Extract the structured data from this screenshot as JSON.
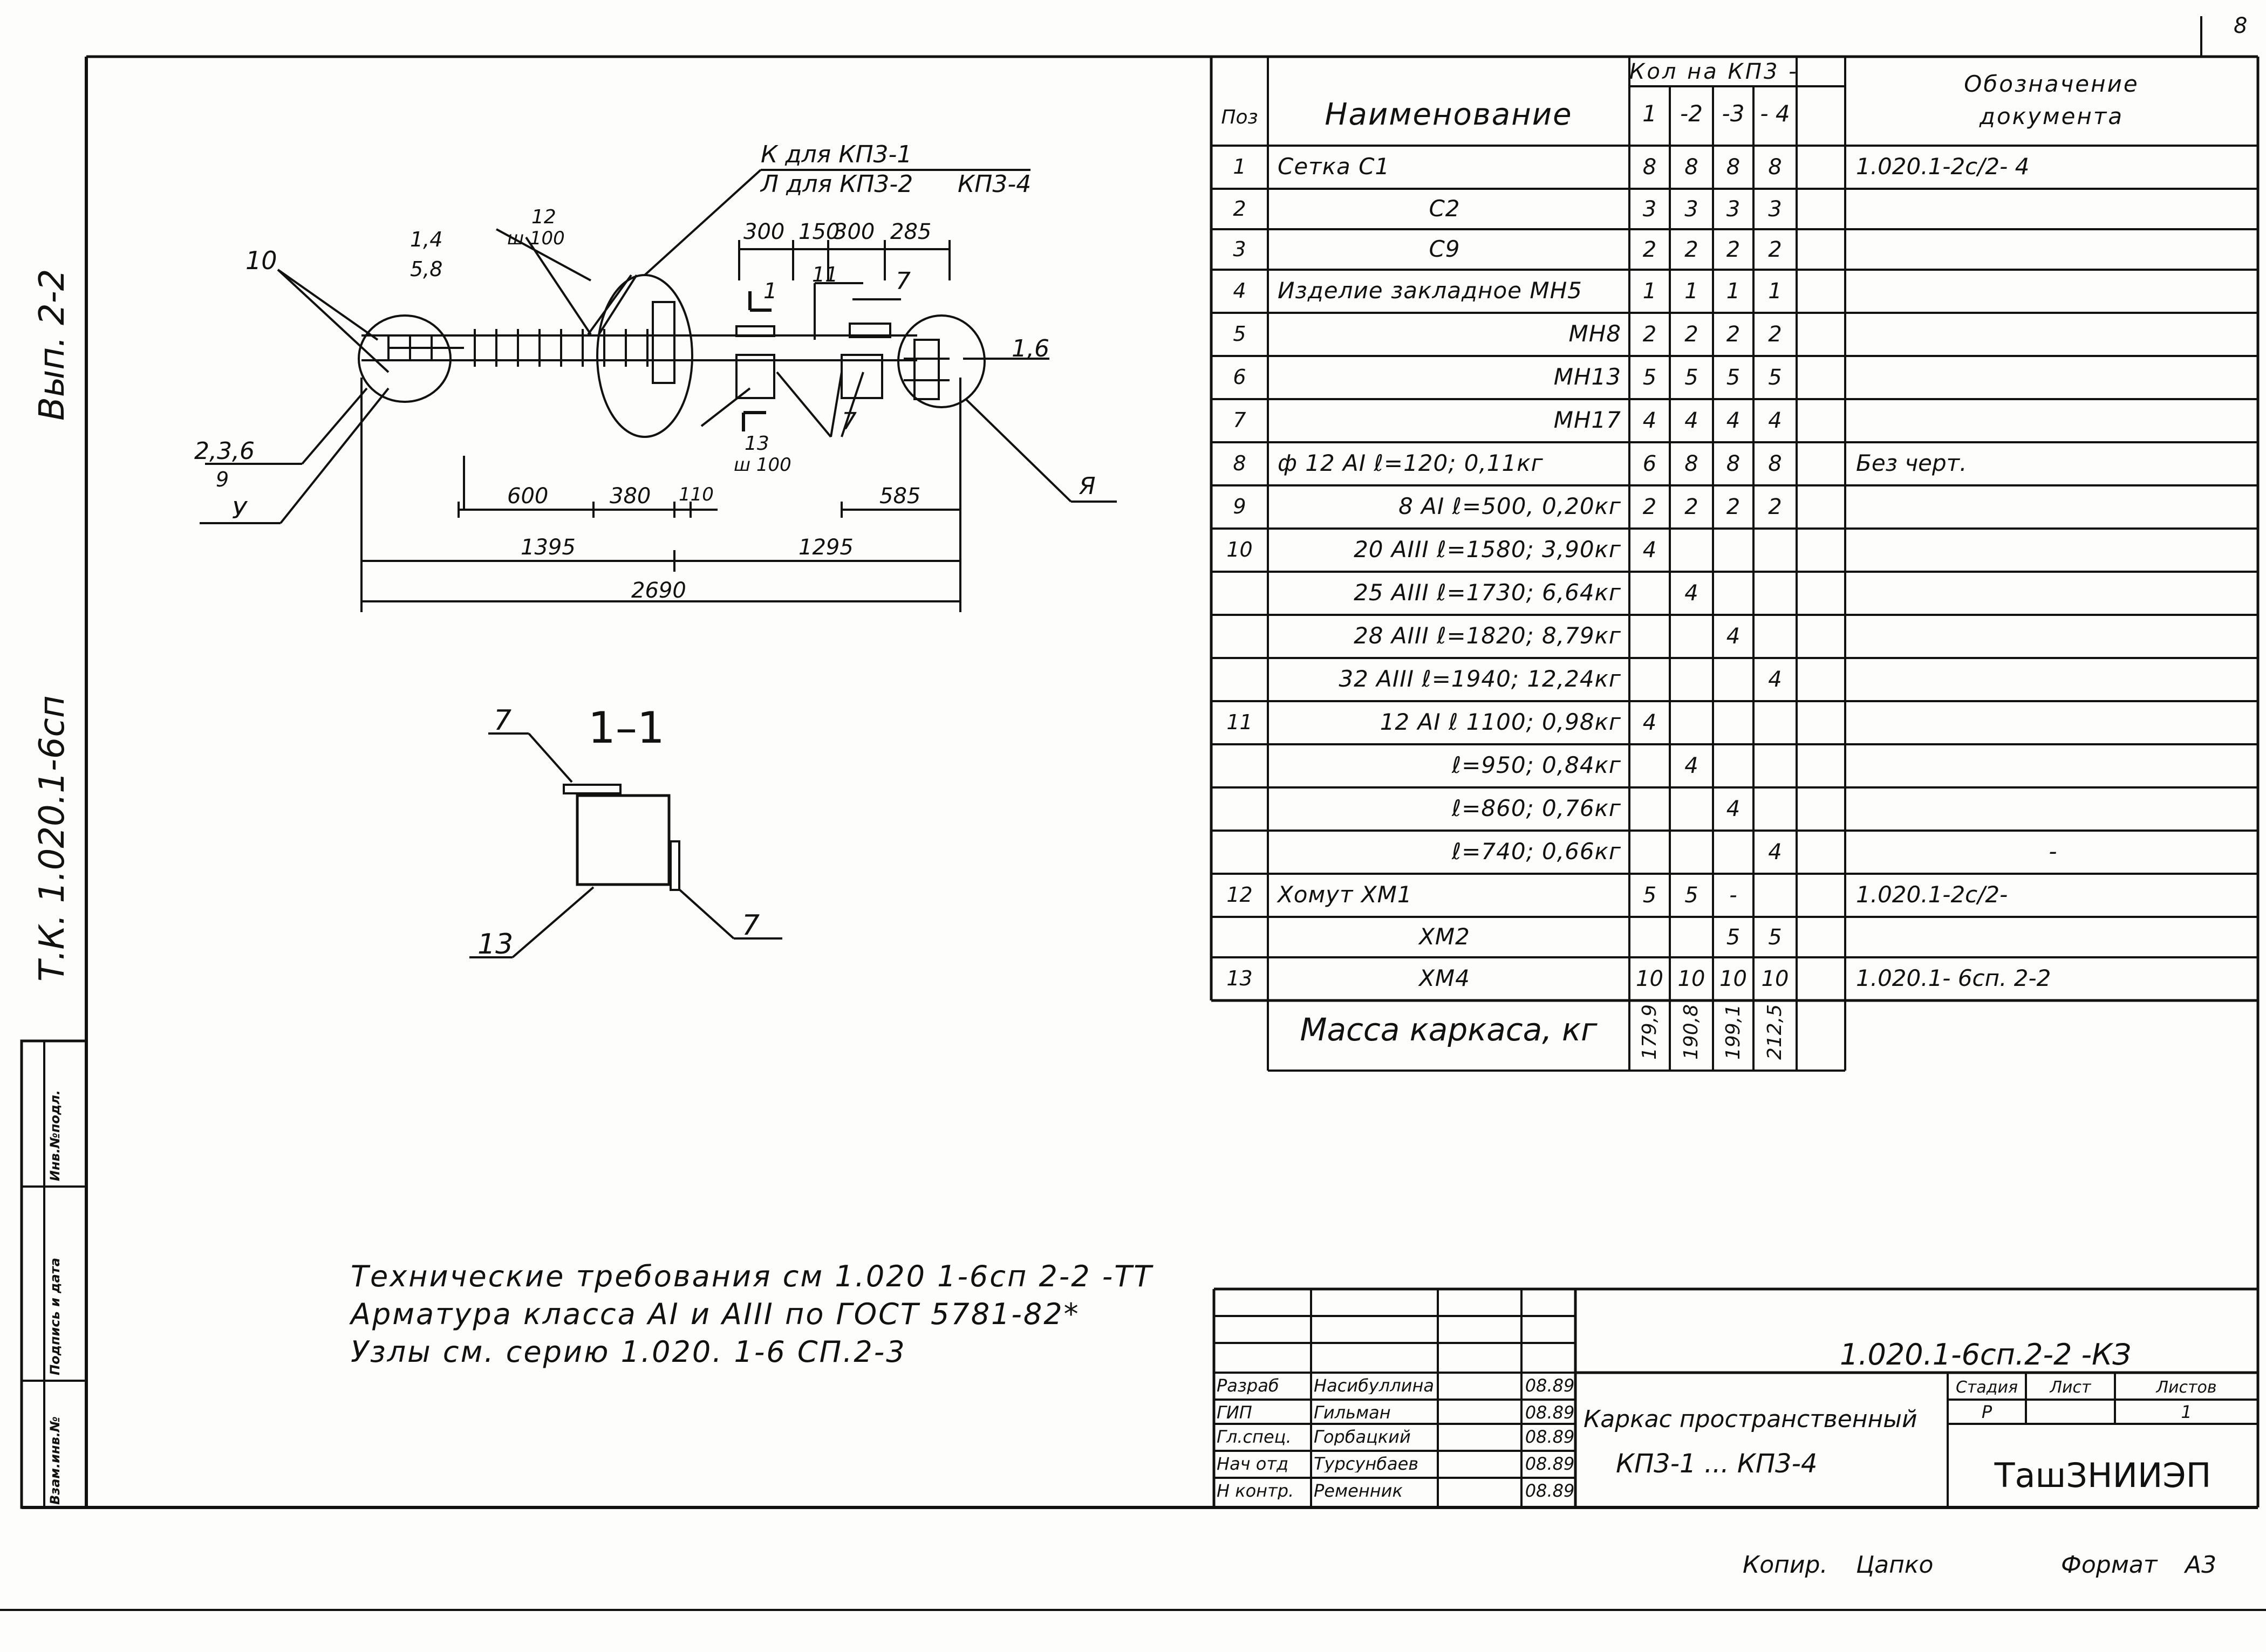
{
  "frame": {
    "top_corner_mark": "8",
    "side_labels": {
      "issue": "Вып. 2-2",
      "series": "Т.К. 1.020.1-6сп"
    },
    "stamp_column": [
      "Инв.№подл.",
      "Подпись и дата",
      "Взам.инв.№"
    ]
  },
  "plan": {
    "leaders": {
      "k_line1": "К для КП3-1",
      "k_line2": "Л для КП3-2",
      "kp3_4": "КП3-4",
      "pos10": "10",
      "pos14": "1,4",
      "pos58": "5,8",
      "bar12": "12",
      "bar12_step": "ш 100",
      "pos11": "11",
      "pos7_top": "7",
      "pos7_mid": "7",
      "pos16": "1,6",
      "pos236": "2,3,6",
      "pos9": "9",
      "node_u": "У",
      "node_ya": "Я",
      "bar13": "13",
      "bar13_step": "ш 100",
      "cut_mark": "1"
    },
    "dims_top": [
      "300",
      "150",
      "300",
      "285"
    ],
    "dims_lower": [
      "600",
      "380",
      "110",
      "585"
    ],
    "dims_mid": [
      "1395",
      "1295"
    ],
    "dim_total": "2690"
  },
  "section": {
    "title": "1–1",
    "label_top": "7",
    "label_right": "7",
    "label_left": "13"
  },
  "notes": [
    "Технические требования см 1.020 1-6сп 2-2 -ТТ",
    "Арматура класса АI и АIII по ГОСТ 5781-82*",
    "Узлы см. серию 1.020. 1-6 СП.2-3"
  ],
  "spec_table": {
    "header": {
      "pos": "Поз",
      "name": "Наименование",
      "qty_group": "Кол на КП3 -",
      "cols": [
        "1",
        "-2",
        "-3",
        "- 4"
      ],
      "designation_line1": "Обозначение",
      "designation_line2": "документа"
    },
    "rows": [
      {
        "pos": "1",
        "name": "Сетка С1",
        "align": "left",
        "q": [
          "8",
          "8",
          "8",
          "8"
        ],
        "doc": "1.020.1-2с/2- 4"
      },
      {
        "pos": "2",
        "name": "С2",
        "align": "center",
        "q": [
          "3",
          "3",
          "3",
          "3"
        ],
        "doc": ""
      },
      {
        "pos": "3",
        "name": "С9",
        "align": "center",
        "q": [
          "2",
          "2",
          "2",
          "2"
        ],
        "doc": ""
      },
      {
        "pos": "4",
        "name": "Изделие закладное МН5",
        "align": "left",
        "q": [
          "1",
          "1",
          "1",
          "1"
        ],
        "doc": ""
      },
      {
        "pos": "5",
        "name": "МН8",
        "align": "right",
        "q": [
          "2",
          "2",
          "2",
          "2"
        ],
        "doc": ""
      },
      {
        "pos": "6",
        "name": "МН13",
        "align": "right",
        "q": [
          "5",
          "5",
          "5",
          "5"
        ],
        "doc": ""
      },
      {
        "pos": "7",
        "name": "МН17",
        "align": "right",
        "q": [
          "4",
          "4",
          "4",
          "4"
        ],
        "doc": ""
      },
      {
        "pos": "8",
        "name": "ф 12 АI  ℓ=120;  0,11кг",
        "align": "left",
        "q": [
          "6",
          "8",
          "8",
          "8"
        ],
        "doc": "Без черт."
      },
      {
        "pos": "9",
        "name": "8 АI  ℓ=500,  0,20кг",
        "align": "right",
        "q": [
          "2",
          "2",
          "2",
          "2"
        ],
        "doc": ""
      },
      {
        "pos": "10",
        "name": "20 АIII  ℓ=1580;  3,90кг",
        "align": "right",
        "q": [
          "4",
          "",
          "",
          ""
        ],
        "doc": ""
      },
      {
        "pos": "",
        "name": "25 АIII  ℓ=1730;  6,64кг",
        "align": "right",
        "q": [
          "",
          "4",
          "",
          ""
        ],
        "doc": ""
      },
      {
        "pos": "",
        "name": "28 АIII  ℓ=1820;  8,79кг",
        "align": "right",
        "q": [
          "",
          "",
          "4",
          ""
        ],
        "doc": ""
      },
      {
        "pos": "",
        "name": "32 АIII  ℓ=1940;  12,24кг",
        "align": "right",
        "q": [
          "",
          "",
          "",
          "4"
        ],
        "doc": ""
      },
      {
        "pos": "11",
        "name": "12 АI  ℓ 1100;  0,98кг",
        "align": "right",
        "q": [
          "4",
          "",
          "",
          ""
        ],
        "doc": ""
      },
      {
        "pos": "",
        "name": "ℓ=950;  0,84кг",
        "align": "right",
        "q": [
          "",
          "4",
          "",
          ""
        ],
        "doc": ""
      },
      {
        "pos": "",
        "name": "ℓ=860;  0,76кг",
        "align": "right",
        "q": [
          "",
          "",
          "4",
          ""
        ],
        "doc": ""
      },
      {
        "pos": "",
        "name": "ℓ=740;  0,66кг",
        "align": "right",
        "q": [
          "",
          "",
          "",
          "4"
        ],
        "doc": "-"
      },
      {
        "pos": "12",
        "name": "Хомут   ХМ1",
        "align": "left",
        "q": [
          "5",
          "5",
          "-",
          ""
        ],
        "doc": "1.020.1-2с/2-"
      },
      {
        "pos": "",
        "name": "ХМ2",
        "align": "center",
        "q": [
          "",
          "",
          "5",
          "5"
        ],
        "doc": ""
      },
      {
        "pos": "13",
        "name": "ХМ4",
        "align": "center",
        "q": [
          "10",
          "10",
          "10",
          "10"
        ],
        "doc": "1.020.1- 6сп. 2-2"
      }
    ],
    "mass_label": "Масса каркаса, кг",
    "mass_values": [
      "179,9",
      "190,8",
      "199,1",
      "212,5"
    ]
  },
  "title_block": {
    "doc_code": "1.020.1-6сп.2-2 -КЗ",
    "stage_label": "Стадия",
    "sheet_label": "Лист",
    "sheets_label": "Листов",
    "stage": "Р",
    "sheet": "",
    "sheets": "1",
    "title_line1": "Каркас пространственный",
    "title_line2": "КП3-1 ... КП3-4",
    "org": "ТашЗНИИЭП",
    "roles": [
      {
        "role": "Разраб",
        "name": "Насибуллина",
        "date": "08.89"
      },
      {
        "role": "ГИП",
        "name": "Гильман",
        "date": "08.89"
      },
      {
        "role": "Гл.спец.",
        "name": "Горбацкий",
        "date": "08.89"
      },
      {
        "role": "Нач отд",
        "name": "Турсунбаев",
        "date": "08.89"
      },
      {
        "role": "Н контр.",
        "name": "Ременник",
        "date": "08.89"
      }
    ]
  },
  "footer": {
    "copied_label": "Копир.",
    "copied_name": "Цапко",
    "format_label": "Формат",
    "format_value": "А3"
  }
}
